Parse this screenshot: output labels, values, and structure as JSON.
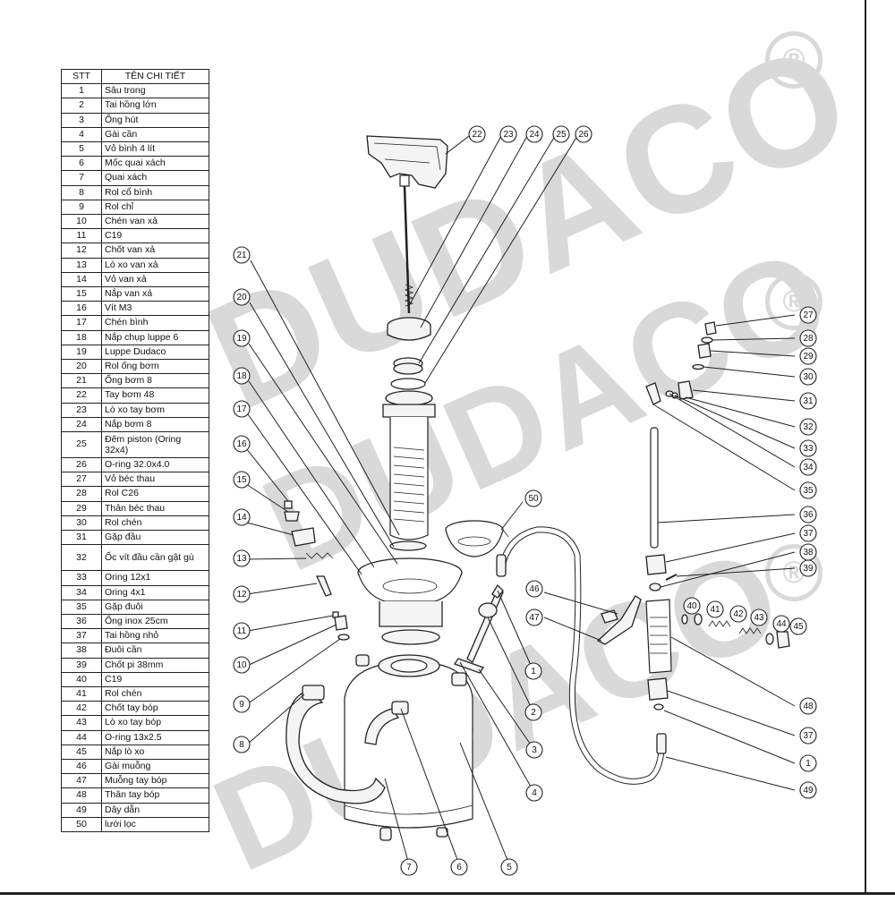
{
  "watermark": {
    "brand": "DUDACO",
    "registered": "®"
  },
  "table": {
    "header": {
      "stt": "STT",
      "name": "TÊN CHI TIẾT"
    },
    "rows": [
      {
        "stt": "1",
        "name": "Sâu trong"
      },
      {
        "stt": "2",
        "name": "Tai hồng lớn"
      },
      {
        "stt": "3",
        "name": "Ống hút"
      },
      {
        "stt": "4",
        "name": "Gài cần"
      },
      {
        "stt": "5",
        "name": "Vỏ bình 4 lít"
      },
      {
        "stt": "6",
        "name": "Mốc quai xách"
      },
      {
        "stt": "7",
        "name": "Quai xách"
      },
      {
        "stt": "8",
        "name": "Rol cổ bình"
      },
      {
        "stt": "9",
        "name": "Rol chỉ"
      },
      {
        "stt": "10",
        "name": "Chén van xả"
      },
      {
        "stt": "11",
        "name": "C19"
      },
      {
        "stt": "12",
        "name": "Chốt van xả"
      },
      {
        "stt": "13",
        "name": "Lò xo van xả"
      },
      {
        "stt": "14",
        "name": "Vỏ van xả"
      },
      {
        "stt": "15",
        "name": "Nắp van xả"
      },
      {
        "stt": "16",
        "name": "Vít M3"
      },
      {
        "stt": "17",
        "name": "Chén bình"
      },
      {
        "stt": "18",
        "name": "Nắp chụp luppe 6"
      },
      {
        "stt": "19",
        "name": "Luppe Dudaco"
      },
      {
        "stt": "20",
        "name": "Rol ống bơm"
      },
      {
        "stt": "21",
        "name": "Ống bơm 8"
      },
      {
        "stt": "22",
        "name": "Tay bơm 48"
      },
      {
        "stt": "23",
        "name": "Lò xo tay bơm"
      },
      {
        "stt": "24",
        "name": "Nắp bơm 8"
      },
      {
        "stt": "25",
        "name": "Đêm piston (Oring 32x4)"
      },
      {
        "stt": "26",
        "name": "O-ring 32.0x4.0"
      },
      {
        "stt": "27",
        "name": "Vỏ béc thau"
      },
      {
        "stt": "28",
        "name": "Rol C26"
      },
      {
        "stt": "29",
        "name": "Thân béc thau"
      },
      {
        "stt": "30",
        "name": "Rol chén"
      },
      {
        "stt": "31",
        "name": "Gặp đầu"
      },
      {
        "stt": "32",
        "name": "Ốc vít đầu cần gật gù"
      },
      {
        "stt": "33",
        "name": "Oring 12x1"
      },
      {
        "stt": "34",
        "name": "Oring 4x1"
      },
      {
        "stt": "35",
        "name": "Gặp đuôi"
      },
      {
        "stt": "36",
        "name": "Ống inox 25cm"
      },
      {
        "stt": "37",
        "name": "Tai hồng nhỏ"
      },
      {
        "stt": "38",
        "name": "Đuôi cần"
      },
      {
        "stt": "39",
        "name": "Chốt pi 38mm"
      },
      {
        "stt": "40",
        "name": "C19"
      },
      {
        "stt": "41",
        "name": "Rol chén"
      },
      {
        "stt": "42",
        "name": "Chốt tay bóp"
      },
      {
        "stt": "43",
        "name": "Lò xo tay bóp"
      },
      {
        "stt": "44",
        "name": "O-ring 13x2.5"
      },
      {
        "stt": "45",
        "name": "Nắp lò xo"
      },
      {
        "stt": "46",
        "name": "Gài muỗng"
      },
      {
        "stt": "47",
        "name": "Muỗng tay bóp"
      },
      {
        "stt": "48",
        "name": "Thân tay bóp"
      },
      {
        "stt": "49",
        "name": "Dây dẫn"
      },
      {
        "stt": "50",
        "name": "lưới lọc"
      }
    ]
  },
  "callouts": {
    "left": [
      "21",
      "20",
      "19",
      "18",
      "17",
      "16",
      "15",
      "14",
      "13",
      "12",
      "11",
      "10",
      "9",
      "8"
    ],
    "top": [
      "22",
      "23",
      "24",
      "25",
      "26"
    ],
    "right": [
      "27",
      "28",
      "29",
      "30",
      "31",
      "32",
      "33",
      "34",
      "35",
      "36",
      "37",
      "38",
      "39",
      "48",
      "37",
      "1",
      "49"
    ],
    "nozzle_row": [
      "40",
      "41",
      "42",
      "43",
      "44",
      "45"
    ],
    "middle": [
      "50",
      "46",
      "47",
      "1",
      "2",
      "3",
      "4"
    ],
    "bottom": [
      "7",
      "6",
      "5"
    ]
  }
}
